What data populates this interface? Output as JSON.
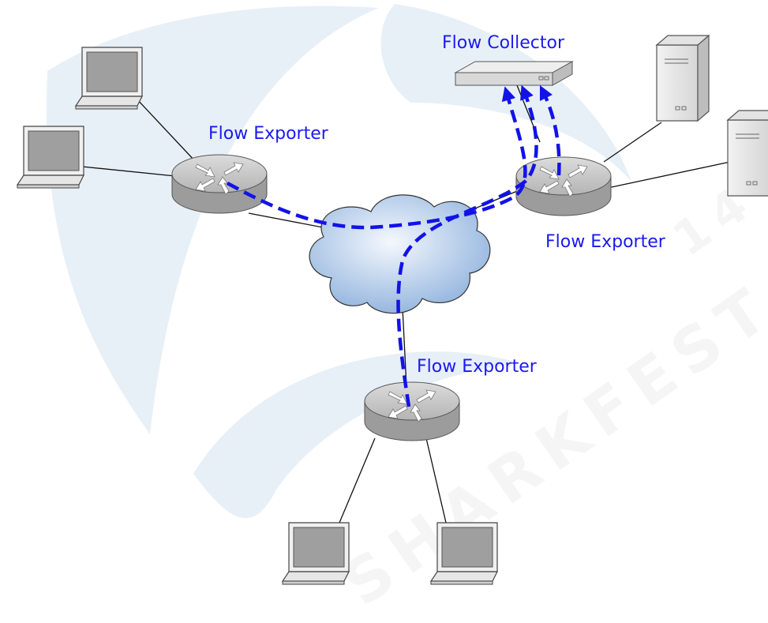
{
  "labels": {
    "exporter_left": "Flow Exporter",
    "exporter_right": "Flow Exporter",
    "exporter_bottom": "Flow Exporter",
    "collector": "Flow Collector"
  },
  "watermark": {
    "brand": "SHARKFEST",
    "year": "'14"
  },
  "colors": {
    "label": "#1a1af0",
    "flow": "#1212e8",
    "watermark": "#e6ecf3",
    "cloud": "#a6c3e6"
  },
  "icons": {
    "router": "router-icon",
    "laptop": "laptop-icon",
    "server": "server-icon",
    "collector": "collector-appliance-icon",
    "cloud": "network-cloud-icon"
  }
}
